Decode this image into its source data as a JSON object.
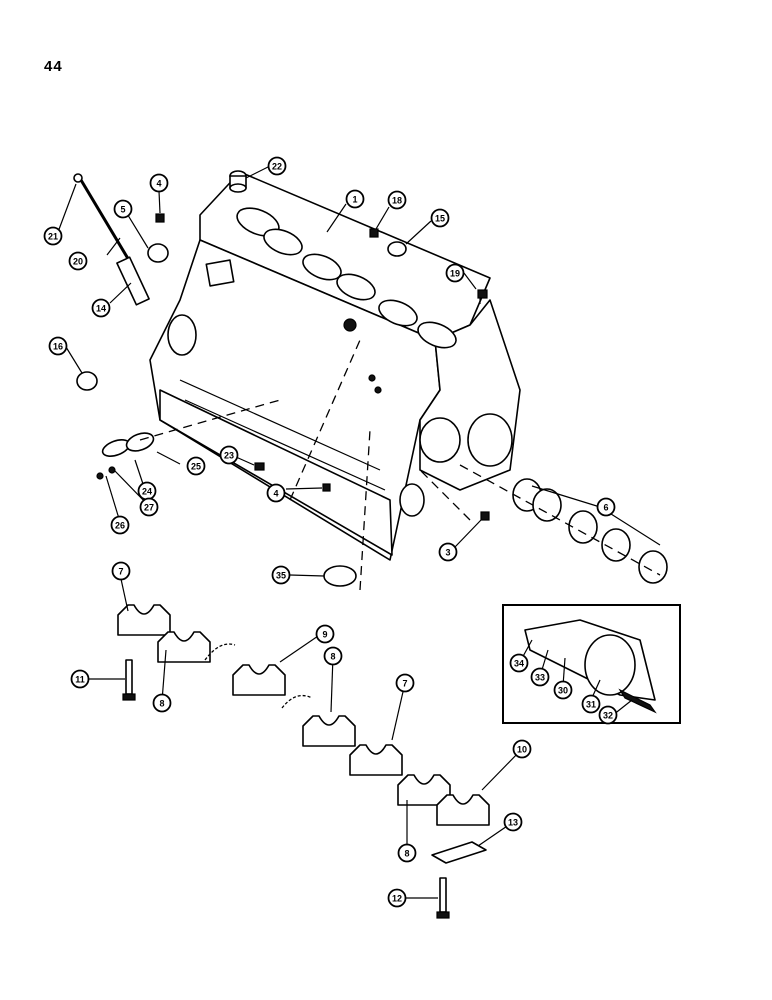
{
  "page": {
    "number": "44"
  },
  "callouts": [
    {
      "id": "c1",
      "label": "1"
    },
    {
      "id": "c3",
      "label": "3"
    },
    {
      "id": "c4a",
      "label": "4"
    },
    {
      "id": "c4b",
      "label": "4"
    },
    {
      "id": "c5",
      "label": "5"
    },
    {
      "id": "c6",
      "label": "6"
    },
    {
      "id": "c7a",
      "label": "7"
    },
    {
      "id": "c7b",
      "label": "7"
    },
    {
      "id": "c8a",
      "label": "8"
    },
    {
      "id": "c8b",
      "label": "8"
    },
    {
      "id": "c8c",
      "label": "8"
    },
    {
      "id": "c9",
      "label": "9"
    },
    {
      "id": "c10",
      "label": "10"
    },
    {
      "id": "c11",
      "label": "11"
    },
    {
      "id": "c12",
      "label": "12"
    },
    {
      "id": "c13",
      "label": "13"
    },
    {
      "id": "c14",
      "label": "14"
    },
    {
      "id": "c15",
      "label": "15"
    },
    {
      "id": "c16",
      "label": "16"
    },
    {
      "id": "c18",
      "label": "18"
    },
    {
      "id": "c19",
      "label": "19"
    },
    {
      "id": "c20",
      "label": "20"
    },
    {
      "id": "c21",
      "label": "21"
    },
    {
      "id": "c22",
      "label": "22"
    },
    {
      "id": "c23",
      "label": "23"
    },
    {
      "id": "c24",
      "label": "24"
    },
    {
      "id": "c25",
      "label": "25"
    },
    {
      "id": "c26",
      "label": "26"
    },
    {
      "id": "c27",
      "label": "27"
    },
    {
      "id": "c30",
      "label": "30"
    },
    {
      "id": "c31",
      "label": "31"
    },
    {
      "id": "c32",
      "label": "32"
    },
    {
      "id": "c33",
      "label": "33"
    },
    {
      "id": "c34",
      "label": "34"
    },
    {
      "id": "c35",
      "label": "35"
    }
  ]
}
